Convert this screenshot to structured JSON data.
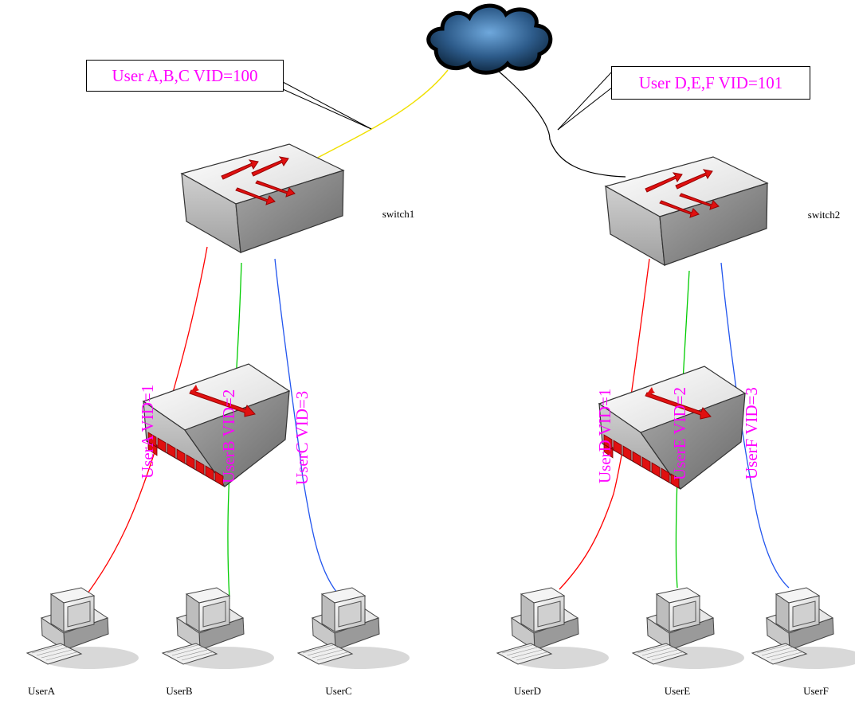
{
  "vlans": {
    "left": "User A,B,C VID=100",
    "right": "User D,E,F VID=101"
  },
  "switches": [
    {
      "label": "switch1"
    },
    {
      "label": "switch2"
    }
  ],
  "access_links": {
    "left": [
      "UserA VID=1",
      "UserB VID=2",
      "UserC VID=3"
    ],
    "right": [
      "UserD VID=1",
      "UserE VID=2",
      "UserF VID=3"
    ]
  },
  "users": [
    "UserA",
    "UserB",
    "UserC",
    "UserD",
    "UserE",
    "UserF"
  ],
  "colors": {
    "label_text": "#ff00ff",
    "uplink_left": "#f0e000",
    "uplink_right": "#000000",
    "link_red": "#ff0000",
    "link_green": "#00cc00",
    "link_blue": "#2255ee",
    "arrow_red": "#ee1111"
  },
  "icons": [
    "cloud-icon",
    "switch-icon",
    "hub-icon",
    "computer-icon"
  ]
}
